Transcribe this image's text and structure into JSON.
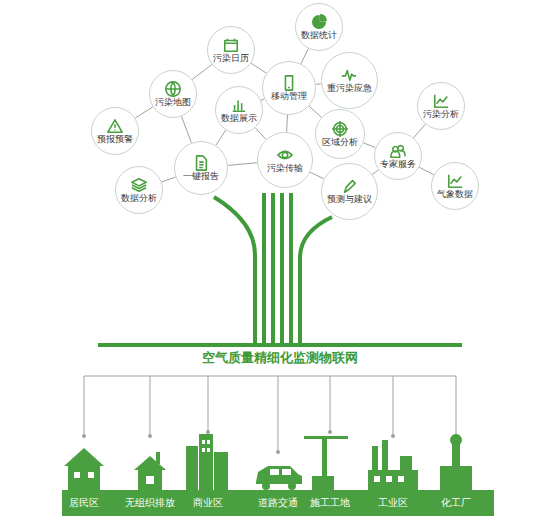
{
  "diagram": {
    "nodes": [
      {
        "text": [
          "数据统计"
        ]
      },
      {
        "text": [
          "污染日历"
        ]
      },
      {
        "text": [
          "重污染应急"
        ]
      },
      {
        "text": [
          "移动管理"
        ]
      },
      {
        "text": [
          "污染地图"
        ]
      },
      {
        "text": [
          "数据展示"
        ]
      },
      {
        "text": [
          "污染分析"
        ]
      },
      {
        "text": [
          "预报预警"
        ]
      },
      {
        "text": [
          "区域分析"
        ]
      },
      {
        "text": [
          "专家服务"
        ]
      },
      {
        "text": [
          "污染传输"
        ]
      },
      {
        "text": [
          "一键报告"
        ]
      },
      {
        "text": [
          "气象数据"
        ]
      },
      {
        "text": [
          "预测与建议"
        ]
      },
      {
        "text": [
          "数据分析"
        ]
      }
    ],
    "edges": [
      {
        "from": 4,
        "to": 1,
        "arrow": "none"
      },
      {
        "from": 1,
        "to": 3,
        "arrow": "none"
      },
      {
        "from": 3,
        "to": 0,
        "arrow": "none"
      },
      {
        "from": 3,
        "to": 2,
        "arrow": "none"
      },
      {
        "from": 3,
        "to": 5,
        "arrow": "none"
      },
      {
        "from": 3,
        "to": 8,
        "arrow": "none"
      },
      {
        "from": 4,
        "to": 7,
        "arrow": "none"
      },
      {
        "from": 4,
        "to": 11,
        "arrow": "none"
      },
      {
        "from": 5,
        "to": 11,
        "arrow": "none"
      },
      {
        "from": 11,
        "to": 14,
        "arrow": "none"
      },
      {
        "from": 11,
        "to": 10,
        "arrow": "none"
      },
      {
        "from": 10,
        "to": 3,
        "arrow": "none"
      },
      {
        "from": 10,
        "to": 13,
        "arrow": "none"
      },
      {
        "from": 8,
        "to": 9,
        "arrow": "none"
      },
      {
        "from": 9,
        "to": 6,
        "arrow": "none"
      },
      {
        "from": 9,
        "to": 12,
        "arrow": "none"
      },
      {
        "from": 13,
        "to": 9,
        "arrow": "none"
      },
      {
        "from": 5,
        "to": 10,
        "arrow": "none"
      }
    ],
    "labels": [
      "空气质量精细化监测物联网",
      "居民区",
      "无组织排放",
      "商业区",
      "道路交通",
      "施工工地",
      "工业区",
      "化工厂"
    ]
  }
}
